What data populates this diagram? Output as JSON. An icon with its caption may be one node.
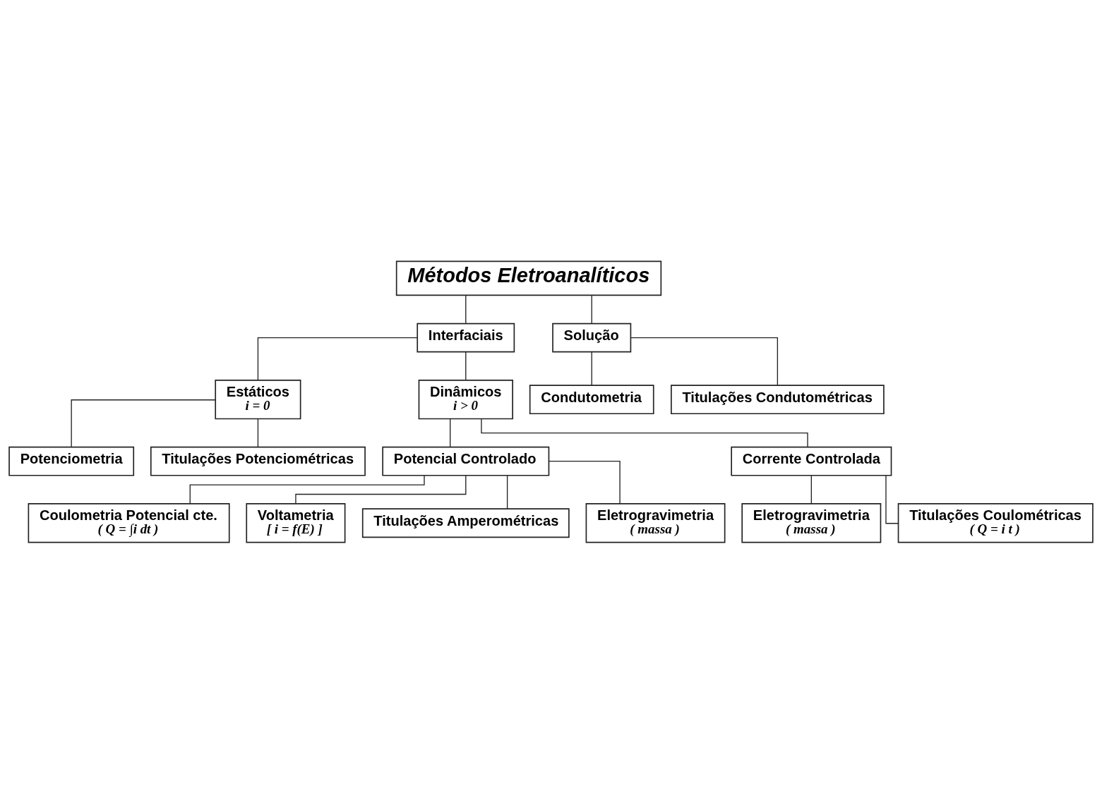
{
  "diagram": {
    "nodes": [
      {
        "text": [
          "Métodos Eletroanalíticos"
        ]
      },
      {
        "text": [
          "Interfaciais"
        ]
      },
      {
        "text": [
          "Solução"
        ]
      },
      {
        "text": [
          "Estáticos",
          "i = 0"
        ]
      },
      {
        "text": [
          "Dinâmicos",
          "i > 0"
        ]
      },
      {
        "text": [
          "Condutometria"
        ]
      },
      {
        "text": [
          "Titulações Condutométricas"
        ]
      },
      {
        "text": [
          "Potenciometria"
        ]
      },
      {
        "text": [
          "Titulações Potenciométricas"
        ]
      },
      {
        "text": [
          "Eletrogravimetria",
          "( massa )"
        ]
      },
      {
        "text": [
          "Potencial Controlado"
        ]
      },
      {
        "text": [
          "Corrente Controlada"
        ]
      },
      {
        "text": [
          "Titulações Coulométricas",
          "( Q = i t )"
        ]
      },
      {
        "text": [
          "Coulometria Potencial cte.",
          "( Q = ∫i dt )"
        ]
      },
      {
        "text": [
          "Voltametria",
          "[ i = f(E) ]"
        ]
      },
      {
        "text": [
          "Titulações Amperométricas"
        ]
      },
      {
        "text": [
          "Eletrogravimetria",
          "( massa )"
        ]
      }
    ],
    "edges": [
      {
        "from": 0,
        "to": 1,
        "arrow": "none"
      },
      {
        "from": 0,
        "to": 2,
        "arrow": "none"
      },
      {
        "from": 1,
        "to": 3,
        "arrow": "none"
      },
      {
        "from": 1,
        "to": 4,
        "arrow": "none"
      },
      {
        "from": 2,
        "to": 5,
        "arrow": "none"
      },
      {
        "from": 2,
        "to": 6,
        "arrow": "none"
      },
      {
        "from": 3,
        "to": 7,
        "arrow": "none"
      },
      {
        "from": 3,
        "to": 8,
        "arrow": "none"
      },
      {
        "from": 4,
        "to": 10,
        "arrow": "none"
      },
      {
        "from": 4,
        "to": 11,
        "arrow": "none"
      },
      {
        "from": 11,
        "to": 9,
        "arrow": "none"
      },
      {
        "from": 11,
        "to": 12,
        "arrow": "none"
      },
      {
        "from": 10,
        "to": 13,
        "arrow": "none"
      },
      {
        "from": 10,
        "to": 14,
        "arrow": "none"
      },
      {
        "from": 10,
        "to": 15,
        "arrow": "none"
      },
      {
        "from": 10,
        "to": 16,
        "arrow": "none"
      }
    ]
  }
}
